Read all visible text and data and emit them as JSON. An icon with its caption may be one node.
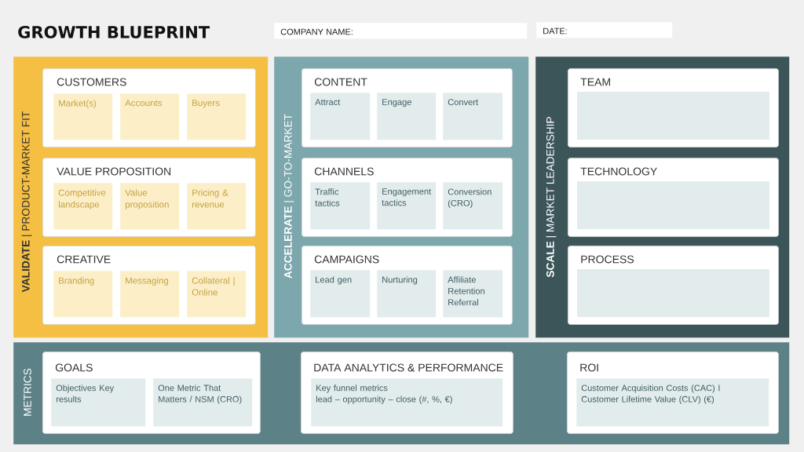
{
  "diagram": {
    "title": "GROWTH BLUEPRINT",
    "nodes": [
      {
        "text": [
          "COMPANY NAME:"
        ]
      },
      {
        "text": [
          "DATE:"
        ]
      },
      {
        "text": [
          "**VALIDATE** | PRODUCT-MARKET FIT"
        ]
      },
      {
        "text": [
          "CUSTOMERS"
        ],
        "in": 2
      },
      {
        "text": [
          "Market(s)"
        ],
        "in": 3
      },
      {
        "text": [
          "Accounts"
        ],
        "in": 3
      },
      {
        "text": [
          "Buyers"
        ],
        "in": 3
      },
      {
        "text": [
          "VALUE PROPOSITION"
        ],
        "in": 2
      },
      {
        "text": [
          "Competitive landscape"
        ],
        "in": 7
      },
      {
        "text": [
          "Value proposition"
        ],
        "in": 7
      },
      {
        "text": [
          "Pricing & revenue"
        ],
        "in": 7
      },
      {
        "text": [
          "CREATIVE"
        ],
        "in": 2
      },
      {
        "text": [
          "Branding"
        ],
        "in": 11
      },
      {
        "text": [
          "Messaging"
        ],
        "in": 11
      },
      {
        "text": [
          "Collateral | Online"
        ],
        "in": 11
      },
      {
        "text": [
          "**ACCELERATE** | GO-TO-MARKET"
        ]
      },
      {
        "text": [
          "CONTENT"
        ],
        "in": 15
      },
      {
        "text": [
          "Attract"
        ],
        "in": 16
      },
      {
        "text": [
          "Engage"
        ],
        "in": 16
      },
      {
        "text": [
          "Convert"
        ],
        "in": 16
      },
      {
        "text": [
          "CHANNELS"
        ],
        "in": 15
      },
      {
        "text": [
          "Traffic tactics"
        ],
        "in": 20
      },
      {
        "text": [
          "Engagement tactics"
        ],
        "in": 20
      },
      {
        "text": [
          "Conversion (CRO)"
        ],
        "in": 20
      },
      {
        "text": [
          "CAMPAIGNS"
        ],
        "in": 15
      },
      {
        "text": [
          "Lead gen"
        ],
        "in": 24
      },
      {
        "text": [
          "Nurturing"
        ],
        "in": 24
      },
      {
        "text": [
          "Affiliate Retention Referral"
        ],
        "in": 24
      },
      {
        "text": [
          "**SCALE** | MARKET LEADERSHIP"
        ]
      },
      {
        "text": [
          "TEAM"
        ],
        "in": 28
      },
      {
        "text": [],
        "shape": "box",
        "in": 29
      },
      {
        "text": [
          "TECHNOLOGY"
        ],
        "in": 28
      },
      {
        "text": [],
        "shape": "box",
        "in": 31
      },
      {
        "text": [
          "PROCESS"
        ],
        "in": 28
      },
      {
        "text": [],
        "shape": "box",
        "in": 33
      },
      {
        "text": [
          "METRICS"
        ]
      },
      {
        "text": [
          "GOALS"
        ],
        "in": 35
      },
      {
        "text": [
          "Objectives Key results"
        ],
        "in": 36
      },
      {
        "text": [
          "One Metric That Matters / NSM (CRO)"
        ],
        "in": 36
      },
      {
        "text": [
          "DATA ANALYTICS & PERFORMANCE"
        ],
        "in": 35
      },
      {
        "text": [
          "Key funnel metrics",
          "lead – opportunity – close (#, %, €)"
        ],
        "in": 39
      },
      {
        "text": [
          "ROI"
        ],
        "in": 35
      },
      {
        "text": [
          "Customer Acquisition Costs (CAC) I Customer Lifetime Value (CLV) (€)"
        ],
        "in": 41
      }
    ]
  }
}
